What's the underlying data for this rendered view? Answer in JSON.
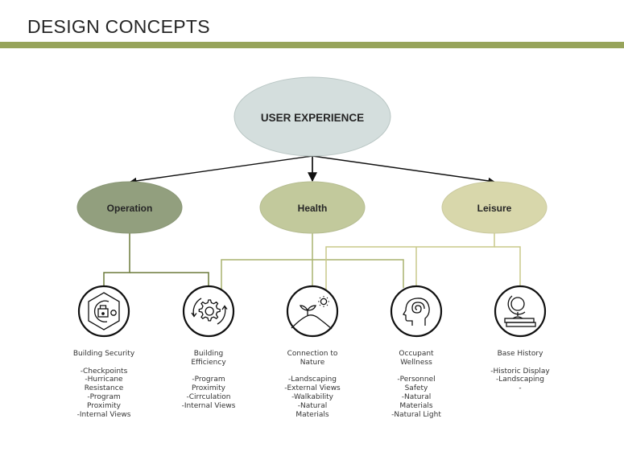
{
  "page": {
    "title": "DESIGN CONCEPTS",
    "accent_color": "#97a45b"
  },
  "root": {
    "label": "USER EXPERIENCE",
    "color": "#d4dedd"
  },
  "categories": [
    {
      "id": "operation",
      "label": "Operation",
      "color": "#929f7e",
      "line_color": "#6b7a3a"
    },
    {
      "id": "health",
      "label": "Health",
      "color": "#c2c99c",
      "line_color": "#a9b26f"
    },
    {
      "id": "leisure",
      "label": "Leisure",
      "color": "#d8d7ab",
      "line_color": "#c9c98a"
    }
  ],
  "concepts": [
    {
      "id": "building-security",
      "icon": "security-lock-icon",
      "title": "Building Security",
      "items": [
        "-Checkpoints",
        "-Hurricane",
        "Resistance",
        "-Program",
        "Proximity",
        "-Internal Views"
      ]
    },
    {
      "id": "building-efficiency",
      "icon": "gear-cycle-icon",
      "title": "Building Efficiency",
      "items": [
        "-Program",
        "Proximity",
        "-Cirrculation",
        "-Internal Views"
      ]
    },
    {
      "id": "connection-to-nature",
      "icon": "plant-sun-icon",
      "title": "Connection to Nature",
      "items": [
        "-Landscaping",
        "-External Views",
        "-Walkability",
        "-Natural",
        "Materials"
      ]
    },
    {
      "id": "occupant-wellness",
      "icon": "head-spiral-icon",
      "title": "Occupant Wellness",
      "items": [
        "-Personnel",
        "Safety",
        "-Natural",
        "Materials",
        "-Natural Light"
      ]
    },
    {
      "id": "base-history",
      "icon": "globe-books-icon",
      "title": "Base History",
      "items": [
        "-Historic Display",
        "-Landscaping",
        "-"
      ]
    }
  ]
}
